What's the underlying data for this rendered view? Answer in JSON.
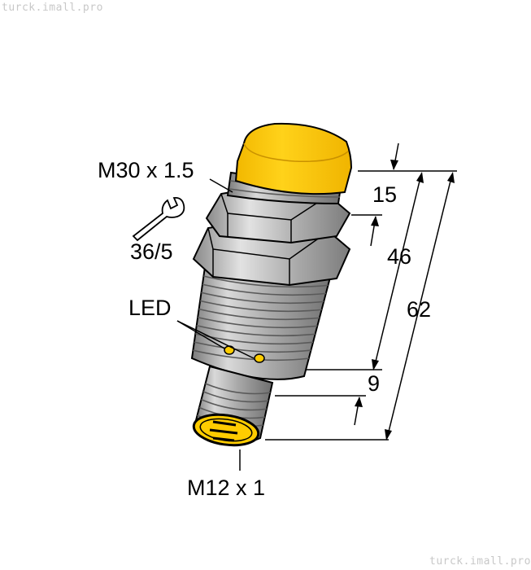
{
  "watermark_top": "turck.imall.pro",
  "watermark_bottom": "turck.imall.pro",
  "labels": {
    "thread_main": "M30 x 1.5",
    "wrench_size": "36/5",
    "led": "LED",
    "connector": "M12 x 1"
  },
  "dimensions": {
    "d15": "15",
    "d46": "46",
    "d62": "62",
    "d9": "9"
  },
  "colors": {
    "cap_yellow": "#FFCC00",
    "body_gray": "#A8A8A8",
    "line": "#000000"
  },
  "icons": {
    "wrench": "wrench-icon"
  }
}
